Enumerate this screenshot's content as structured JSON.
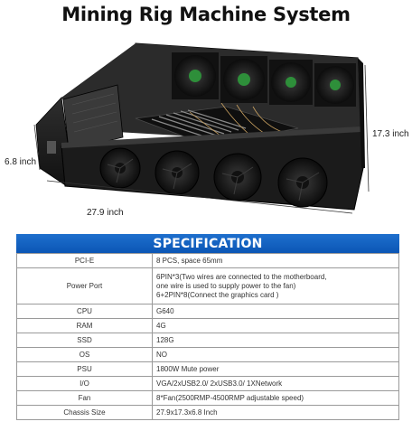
{
  "title": "Mining Rig Machine System",
  "dimensions": {
    "depth": "6.8 inch",
    "width": "27.9 inch",
    "height": "17.3 inch"
  },
  "spec": {
    "heading": "SPECIFICATION",
    "rows": [
      {
        "key": "PCI-E",
        "value": [
          "8 PCS, space 65mm"
        ]
      },
      {
        "key": "Power Port",
        "value": [
          "6PIN*3(Two wires are connected to the motherboard,",
          "one wire is used to supply power to the fan)",
          "6+2PIN*8(Connect the graphics card )"
        ]
      },
      {
        "key": "CPU",
        "value": [
          "G640"
        ]
      },
      {
        "key": "RAM",
        "value": [
          "4G"
        ]
      },
      {
        "key": "SSD",
        "value": [
          "128G"
        ]
      },
      {
        "key": "OS",
        "value": [
          "NO"
        ]
      },
      {
        "key": "PSU",
        "value": [
          "1800W Mute power"
        ]
      },
      {
        "key": "I/O",
        "value": [
          "VGA/2xUSB2.0/ 2xUSB3.0/ 1XNetwork"
        ]
      },
      {
        "key": "Fan",
        "value": [
          "8*Fan(2500RMP-4500RMP adjustable speed)"
        ]
      },
      {
        "key": "Chassis Size",
        "value": [
          "27.9x17.3x6.8 Inch"
        ]
      }
    ]
  },
  "colors": {
    "banner": "#0b56b5",
    "chassis": "#1b1b1b",
    "fan_blade": "#2a2a2a"
  },
  "icons": [
    "fan-icon",
    "psu-icon",
    "motherboard-icon",
    "dimension-arrow-icon"
  ]
}
